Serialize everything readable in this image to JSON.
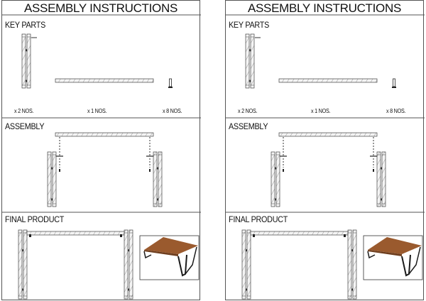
{
  "panels": [
    {
      "title": "ASSEMBLY INSTRUCTIONS",
      "key_parts_label": "KEY PARTS",
      "assembly_label": "ASSEMBLY",
      "final_label": "FINAL PRODUCT",
      "quantities": [
        "x 2 NOS.",
        "x 1 NOS.",
        "x 8 NOS."
      ]
    },
    {
      "title": "ASSEMBLY INSTRUCTIONS",
      "key_parts_label": "KEY PARTS",
      "assembly_label": "ASSEMBLY",
      "final_label": "FINAL PRODUCT",
      "quantities": [
        "x 2 NOS.",
        "x 1 NOS.",
        "x 8 NOS."
      ]
    }
  ],
  "colors": {
    "wood": "#9a5a2e",
    "frame": "#1a1a1a",
    "line": "#555555"
  }
}
